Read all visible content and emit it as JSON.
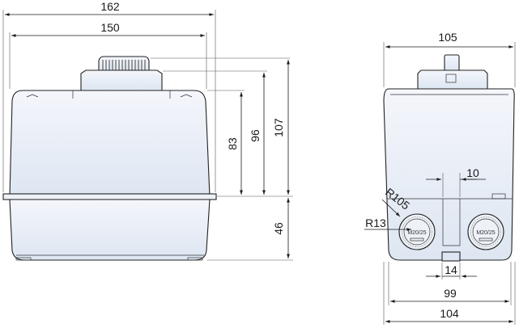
{
  "colors": {
    "body_top": "#f4f6fb",
    "body_bottom": "#dde6f2",
    "outline": "#222222",
    "grip": "#444444"
  },
  "side_view": {
    "dim_overall_width": "162",
    "dim_body_width": "150",
    "dim_height_83": "83",
    "dim_height_96": "96",
    "dim_height_107": "107",
    "dim_height_46": "46"
  },
  "front_view": {
    "dim_top_width": "105",
    "dim_gap": "10",
    "dim_radius_top": "R105",
    "dim_radius_side": "R13",
    "dim_slot": "14",
    "dim_bottom_inner": "99",
    "dim_bottom_outer": "104",
    "gland_left_label": "M20/25",
    "gland_right_label": "M20/25"
  }
}
